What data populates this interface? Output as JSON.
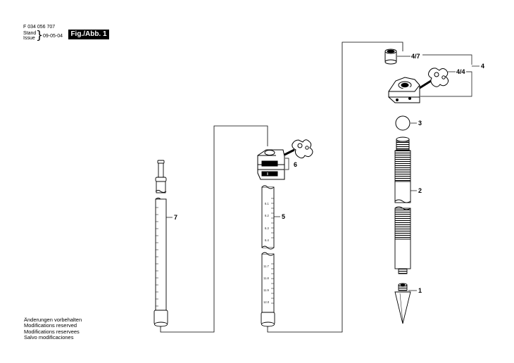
{
  "header": {
    "doc_number": "F 034 056 707",
    "stand_label": "Stand",
    "issue_label": "Issue",
    "date": "09-05-04",
    "figure_label": "Fig./Abb. 1"
  },
  "callouts": {
    "p1": "1",
    "p2": "2",
    "p3": "3",
    "p4": "4",
    "p4_4": "4/4",
    "p4_7": "4/7",
    "p5": "5",
    "p6": "6",
    "p7": "7"
  },
  "scales": {
    "part5_upper": [
      "6.1",
      "6.2",
      "6.3",
      "6.4"
    ],
    "part5_lower": [
      "11.7",
      "11.8",
      "11.9",
      "12.0"
    ]
  },
  "footer": {
    "notes": [
      "Änderungen vorbehalten",
      "Modifications reserved",
      "Modifications reservees",
      "Salvo modificaciones"
    ]
  }
}
